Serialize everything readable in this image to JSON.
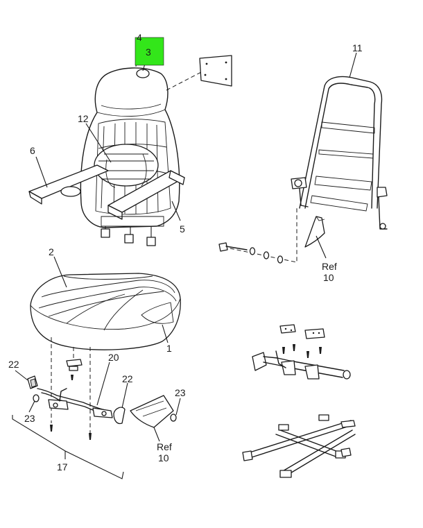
{
  "highlight_color": "#33e61a",
  "labels": {
    "l1": "1",
    "l2": "2",
    "l3": "3",
    "l4": "4",
    "l5": "5",
    "l6": "6",
    "l10a_ref": "Ref",
    "l10a_num": "10",
    "l10b_ref": "Ref",
    "l10b_num": "10",
    "l11": "11",
    "l12": "12",
    "l17": "17",
    "l20": "20",
    "l22a": "22",
    "l22b": "22",
    "l23a": "23",
    "l23b": "23"
  }
}
